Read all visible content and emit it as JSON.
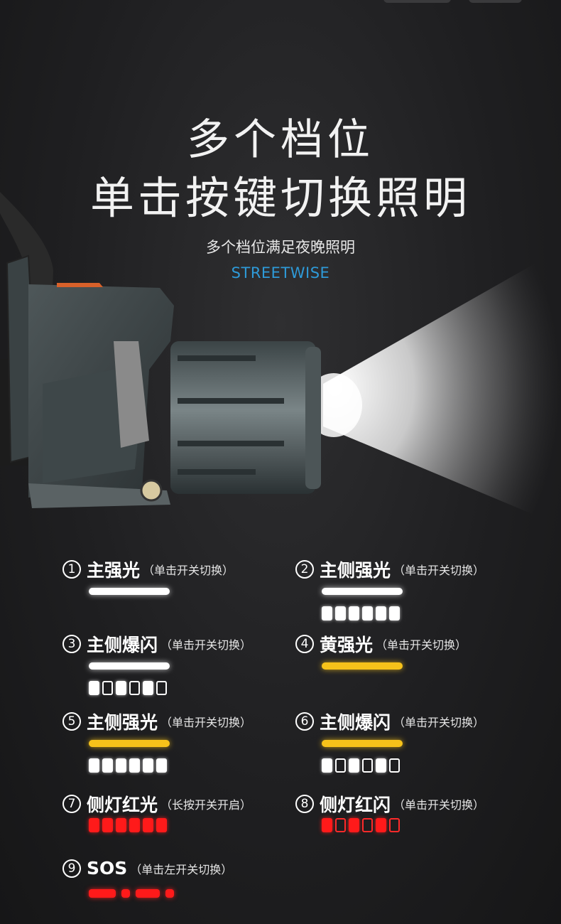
{
  "header": {
    "title_line1": "多个档位",
    "title_line2": "单击按键切换照明",
    "subtitle": "多个档位满足夜晚照明",
    "brand": "STREETWISE"
  },
  "modes": [
    {
      "num": "1",
      "name": "主强光",
      "note": "（单击开关切换）",
      "bar": "white",
      "dots": ""
    },
    {
      "num": "2",
      "name": "主侧强光",
      "note": "（单击开关切换）",
      "bar": "white",
      "dots": "FFFFFF"
    },
    {
      "num": "3",
      "name": "主侧爆闪",
      "note": "（单击开关切换）",
      "bar": "white",
      "dots": "FOFOFO"
    },
    {
      "num": "4",
      "name": "黄强光",
      "note": "（单击开关切换）",
      "bar": "yellow",
      "dots": ""
    },
    {
      "num": "5",
      "name": "主侧强光",
      "note": "（单击开关切换）",
      "bar": "yellow",
      "dots": "FFFFFF"
    },
    {
      "num": "6",
      "name": "主侧爆闪",
      "note": "（单击开关切换）",
      "bar": "yellow",
      "dots": "FOFOFO"
    },
    {
      "num": "7",
      "name": "侧灯红光",
      "note": "（长按开关开启）",
      "bar": "",
      "dots": "FFFFFF"
    },
    {
      "num": "8",
      "name": "侧灯红闪",
      "note": "（单击开关切换）",
      "bar": "",
      "dots": "FOFOFO"
    },
    {
      "num": "9",
      "name": "SOS",
      "note": "（单击左开关切换）",
      "bar": "",
      "dots": ""
    }
  ],
  "colors": {
    "brand": "#2e9ad8",
    "white_light": "#ffffff",
    "yellow_light": "#f6c21a",
    "red_light": "#ff1a1a"
  },
  "icons": {
    "product": "headlamp-image"
  }
}
